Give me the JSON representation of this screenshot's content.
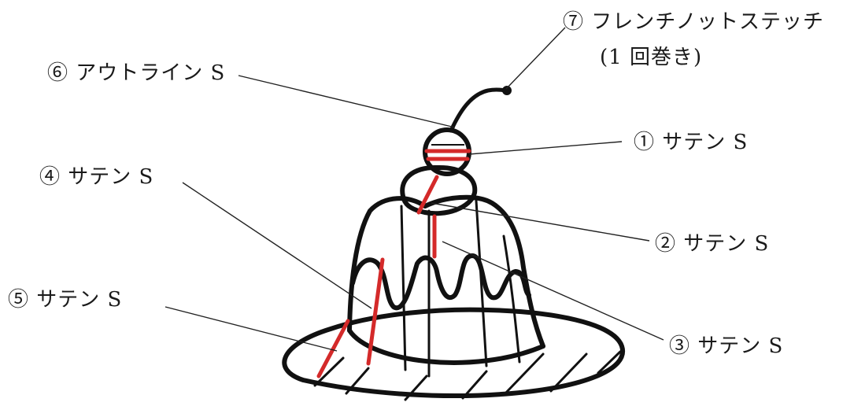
{
  "labels": {
    "l1": "① サテン S",
    "l2": "② サテン S",
    "l3": "③ サテン S",
    "l4": "④ サテン S",
    "l5": "⑤ サテン S",
    "l6": "⑥ アウトライン S",
    "l7_line1": "⑦ フレンチノットステッチ",
    "l7_line2": "(1 回巻き)"
  },
  "colors": {
    "outline": "#111111",
    "leader": "#222222",
    "satin_stitch": "#d42a2a"
  }
}
